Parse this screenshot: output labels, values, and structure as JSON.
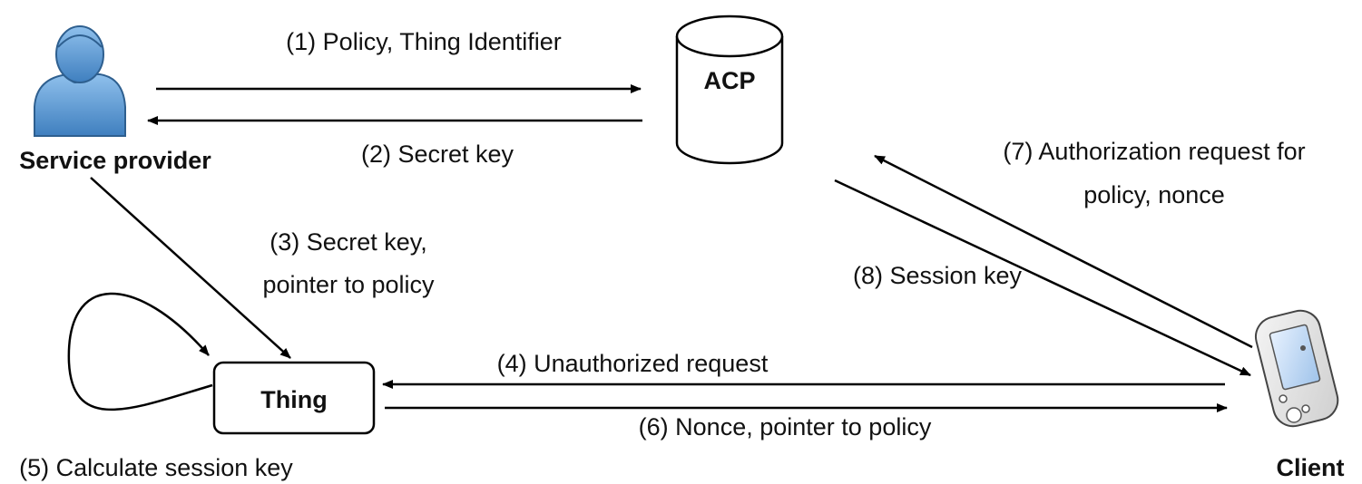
{
  "nodes": {
    "service_provider": "Service provider",
    "acp": "ACP",
    "thing": "Thing",
    "client": "Client"
  },
  "edges": {
    "e1": "(1) Policy, Thing Identifier",
    "e2": "(2) Secret key",
    "e3_line1": "(3) Secret key,",
    "e3_line2": "pointer to policy",
    "e4": "(4) Unauthorized request",
    "e5": "(5) Calculate session key",
    "e6": "(6) Nonce, pointer to policy",
    "e7_line1": "(7) Authorization request for",
    "e7_line2": "policy, nonce",
    "e8": "(8) Session key"
  },
  "colors": {
    "user_fill": "#5b9bd5",
    "user_stroke": "#2e5f8f",
    "line": "#000000"
  },
  "icons": {
    "service_provider": "user-icon",
    "client": "mobile-phone-icon"
  }
}
